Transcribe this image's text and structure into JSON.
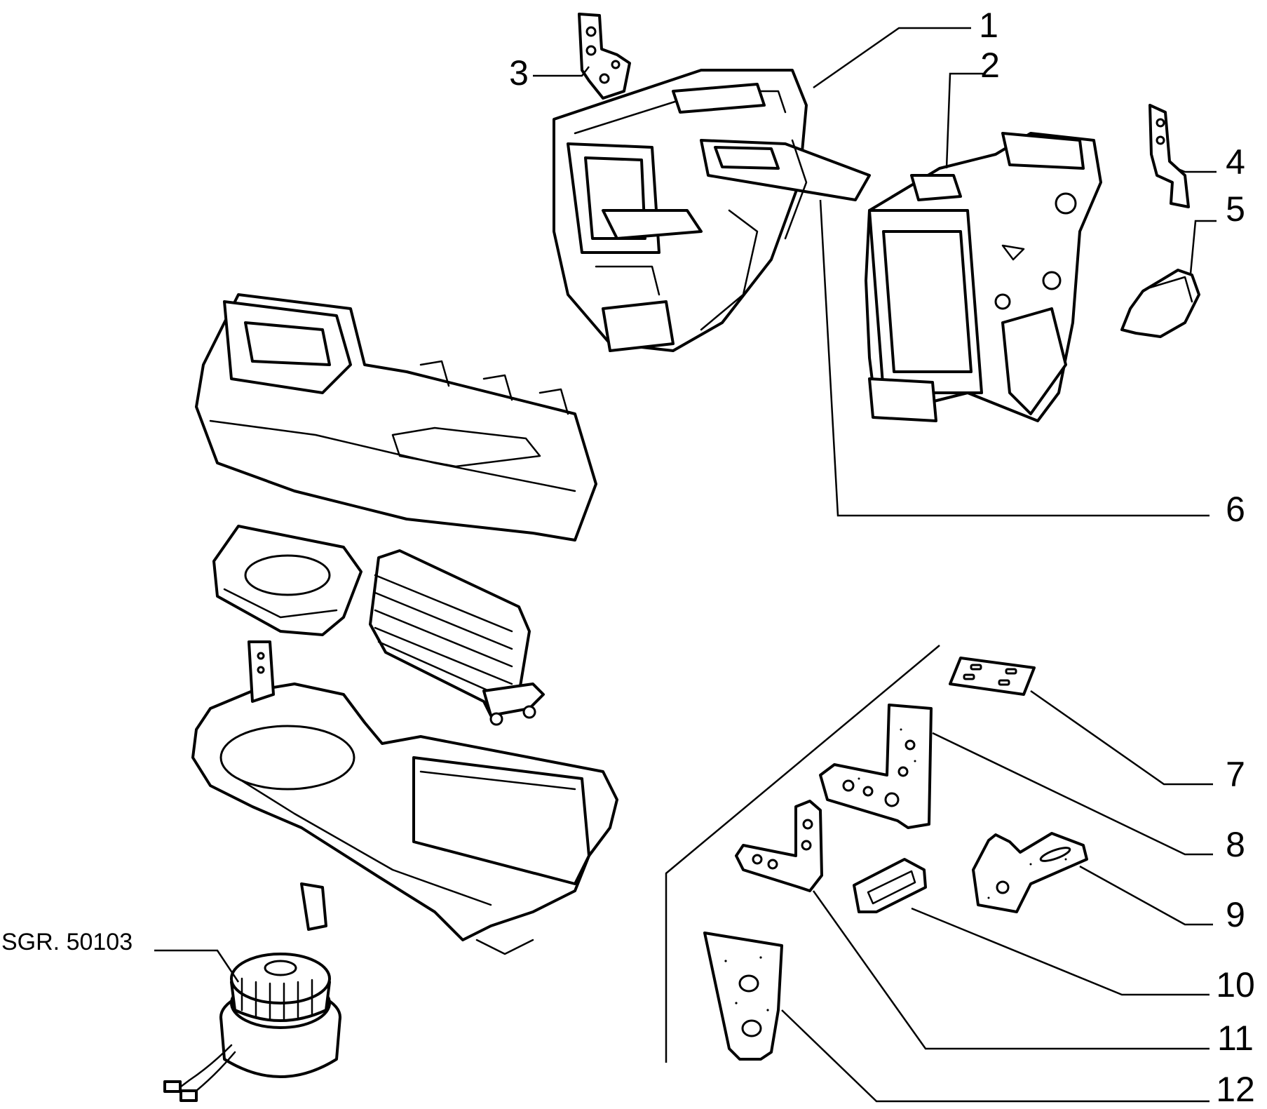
{
  "diagram": {
    "callouts": [
      "1",
      "2",
      "3",
      "4",
      "5",
      "6",
      "7",
      "8",
      "9",
      "10",
      "11",
      "12"
    ],
    "reference_label": "SGR. 50103"
  },
  "colors": {
    "line": "#000000",
    "background": "#ffffff"
  }
}
